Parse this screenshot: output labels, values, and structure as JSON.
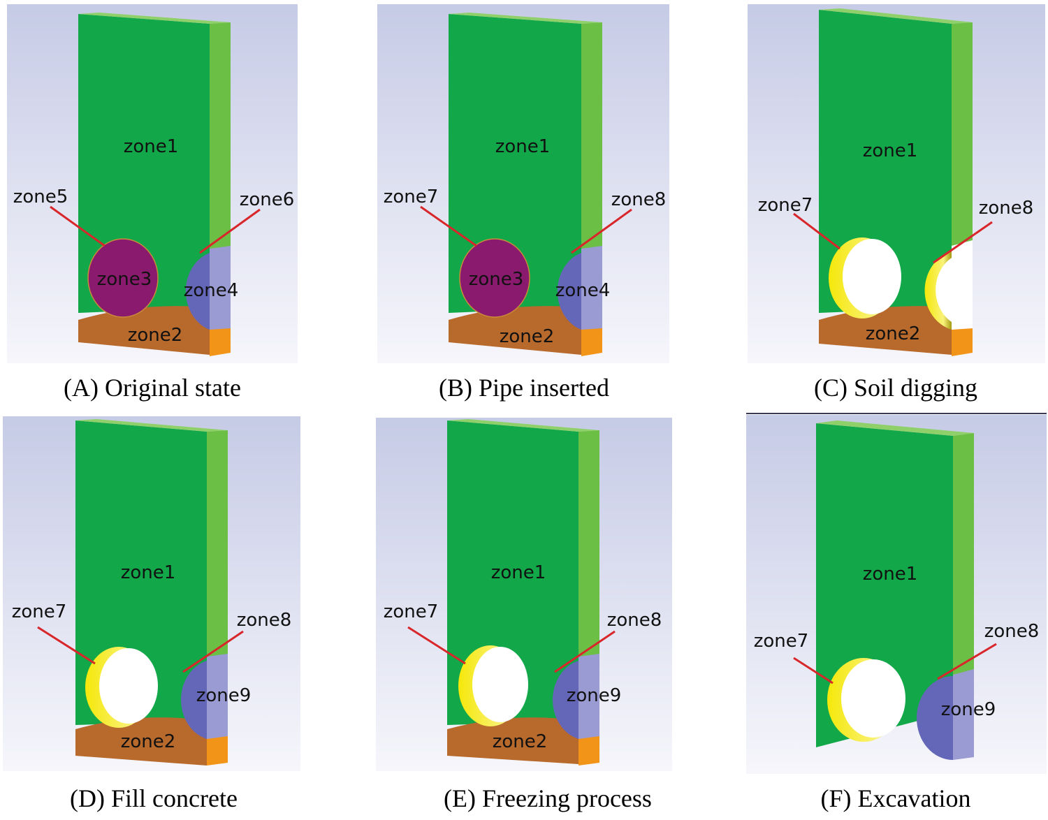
{
  "panels": [
    {
      "caption": "(A) Original state",
      "labels": {
        "top": "zone1",
        "leftCallout": "zone5",
        "rightCallout": "zone6",
        "circle": "zone3",
        "half": "zone4",
        "bottom": "zone2"
      }
    },
    {
      "caption": "(B) Pipe inserted",
      "labels": {
        "top": "zone1",
        "leftCallout": "zone7",
        "rightCallout": "zone8",
        "circle": "zone3",
        "half": "zone4",
        "bottom": "zone2"
      }
    },
    {
      "caption": "(C) Soil digging",
      "labels": {
        "top": "zone1",
        "leftCallout": "zone7",
        "rightCallout": "zone8",
        "bottom": "zone2"
      }
    },
    {
      "caption": "(D) Fill concrete",
      "labels": {
        "top": "zone1",
        "leftCallout": "zone7",
        "rightCallout": "zone8",
        "half": "zone9",
        "bottom": "zone2"
      }
    },
    {
      "caption": "(E) Freezing process",
      "labels": {
        "top": "zone1",
        "leftCallout": "zone7",
        "rightCallout": "zone8",
        "half": "zone9",
        "bottom": "zone2"
      }
    },
    {
      "caption": "(F) Excavation",
      "labels": {
        "top": "zone1",
        "leftCallout": "zone7",
        "rightCallout": "zone8",
        "half": "zone9"
      }
    }
  ],
  "colors": {
    "zone1_front": "#12a84a",
    "zone1_side": "#6cbf45",
    "zone2_front": "#b8692c",
    "zone2_side": "#f29418",
    "circle_fill": "#8a1a6e",
    "half_fill": "#6466b8",
    "half_side": "#9a9bd2",
    "hole_rim": "#f5e80a",
    "callout_line": "#d8262a",
    "background_top": "#c6cbe6",
    "background_bottom": "#f6f6fb"
  }
}
